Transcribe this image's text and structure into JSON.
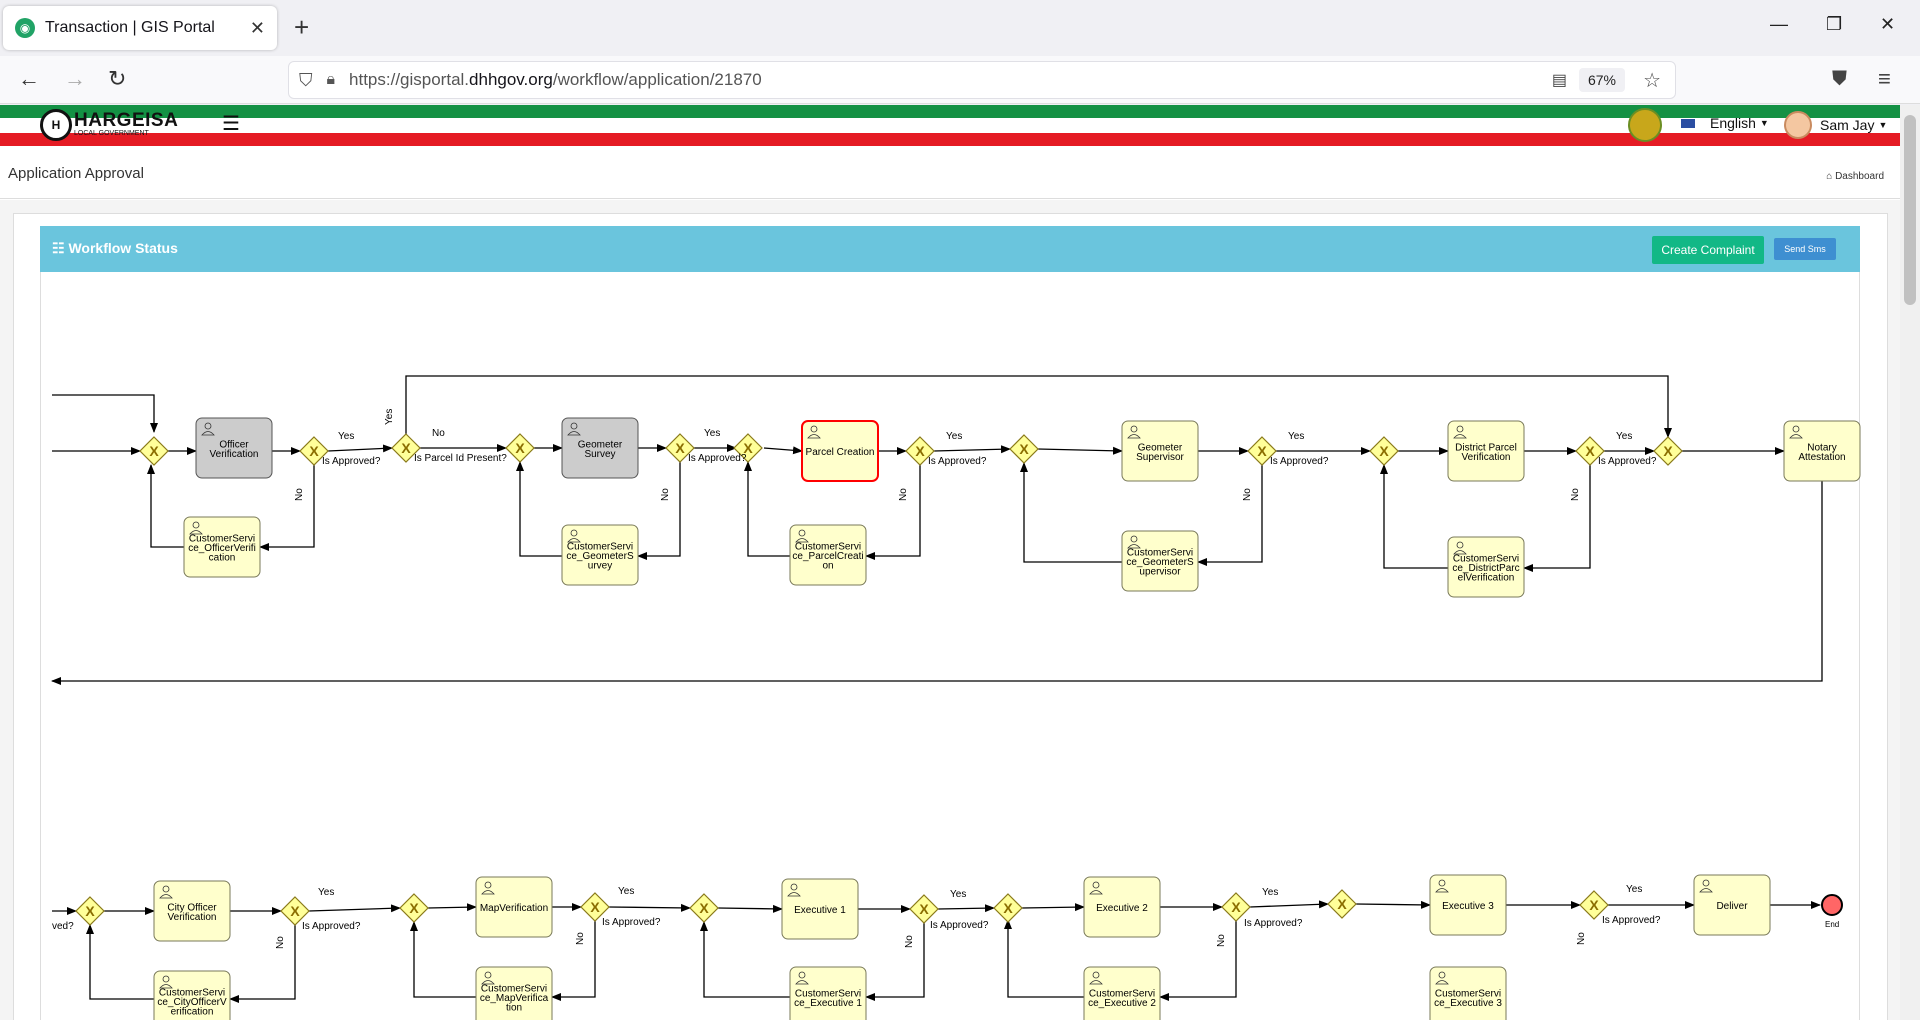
{
  "browser": {
    "tab_title": "Transaction | GIS Portal",
    "url_prefix": "https://gisportal.",
    "url_domain": "dhhgov.org",
    "url_path": "/workflow/application/21870",
    "zoom": "67%"
  },
  "header": {
    "logo_main": "HARGEISA",
    "logo_sub": "LOCAL GOVERNMENT",
    "language": "English",
    "user_name": "Sam Jay"
  },
  "subheader": {
    "title": "Application Approval",
    "breadcrumb": "Dashboard"
  },
  "panel": {
    "title": "Workflow Status",
    "create_complaint": "Create Complaint",
    "send_sms": "Send Sms"
  },
  "diagram": {
    "tasks": [
      {
        "id": "officer-verification",
        "label": "Officer\nVerification",
        "state": "completed"
      },
      {
        "id": "cs-officer-verification",
        "label": "CustomerServi\nce_OfficerVerifi\ncation",
        "state": "pending"
      },
      {
        "id": "geometer-survey",
        "label": "Geometer\nSurvey",
        "state": "completed"
      },
      {
        "id": "cs-geometer-survey",
        "label": "CustomerServi\nce_GeometerS\nurvey",
        "state": "pending"
      },
      {
        "id": "parcel-creation",
        "label": "Parcel Creation",
        "state": "active"
      },
      {
        "id": "cs-parcel-creation",
        "label": "CustomerServi\nce_ParcelCreati\non",
        "state": "pending"
      },
      {
        "id": "geometer-supervisor",
        "label": "Geometer\nSupervisor",
        "state": "pending"
      },
      {
        "id": "cs-geometer-supervisor",
        "label": "CustomerServi\nce_GeometerS\nupervisor",
        "state": "pending"
      },
      {
        "id": "district-parcel-verification",
        "label": "District Parcel\nVerification",
        "state": "pending"
      },
      {
        "id": "cs-district-parcel-verification",
        "label": "CustomerServi\nce_DistrictParc\nelVerification",
        "state": "pending"
      },
      {
        "id": "notary-attestation",
        "label": "Notary\nAttestation",
        "state": "pending"
      },
      {
        "id": "city-officer-verification",
        "label": "City Officer\nVerification",
        "state": "pending"
      },
      {
        "id": "cs-city-officer-verification",
        "label": "CustomerServi\nce_CityOfficerV\nerification",
        "state": "pending"
      },
      {
        "id": "map-verification",
        "label": "MapVerification",
        "state": "pending"
      },
      {
        "id": "cs-map-verification",
        "label": "CustomerServi\nce_MapVerifica\ntion",
        "state": "pending"
      },
      {
        "id": "executive-1",
        "label": "Executive 1",
        "state": "pending"
      },
      {
        "id": "cs-executive-1",
        "label": "CustomerServi\nce_Executive 1",
        "state": "pending"
      },
      {
        "id": "executive-2",
        "label": "Executive 2",
        "state": "pending"
      },
      {
        "id": "cs-executive-2",
        "label": "CustomerServi\nce_Executive 2",
        "state": "pending"
      },
      {
        "id": "executive-3",
        "label": "Executive 3",
        "state": "pending"
      },
      {
        "id": "cs-executive-3",
        "label": "CustomerServi\nce_Executive 3",
        "state": "pending"
      },
      {
        "id": "deliver",
        "label": "Deliver",
        "state": "pending"
      }
    ],
    "labels": {
      "yes": "Yes",
      "no": "No",
      "is_approved": "Is Approved?",
      "is_parcel_id_present": "Is Parcel Id Present?",
      "partial_approved": "ved?",
      "end": "End"
    },
    "colors": {
      "task_fill": "#ffffcc",
      "task_completed_fill": "#cccccc",
      "task_active_stroke": "#ff0000",
      "gateway_fill": "#ffff99",
      "end_fill": "#ff6666"
    }
  }
}
